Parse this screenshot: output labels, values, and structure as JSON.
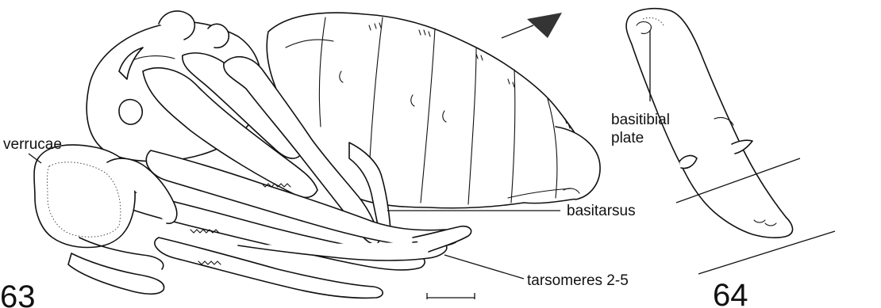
{
  "figures": {
    "left_number": "63",
    "right_number": "64"
  },
  "labels": {
    "verrucae": "verrucae",
    "basitibial_plate_line1": "basitibial",
    "basitibial_plate_line2": "plate",
    "basitarsus": "basitarsus",
    "tarsomeres": "tarsomeres 2-5"
  }
}
